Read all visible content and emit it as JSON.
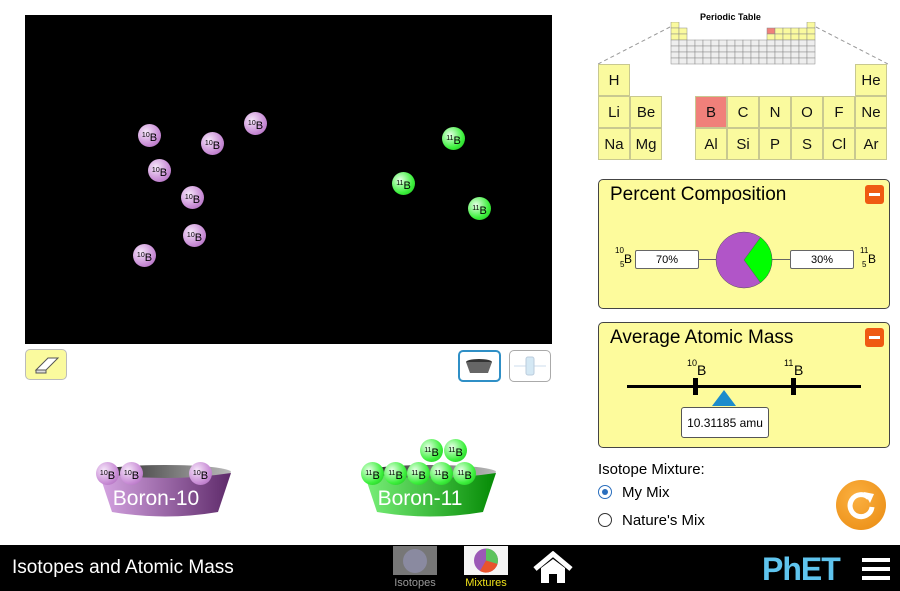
{
  "play_area": {
    "atoms_boron10": 7,
    "atoms_boron11": 3,
    "boron10_mass": "10",
    "boron11_mass": "11",
    "symbol": "B"
  },
  "buckets": [
    {
      "label": "Boron-10",
      "atoms_shown": 3
    },
    {
      "label": "Boron-11",
      "atoms_shown": 7
    }
  ],
  "periodic_table": {
    "title": "Periodic Table",
    "selected": "B",
    "elements": [
      "H",
      "He",
      "Li",
      "Be",
      "B",
      "C",
      "N",
      "O",
      "F",
      "Ne",
      "Na",
      "Mg",
      "Al",
      "Si",
      "P",
      "S",
      "Cl",
      "Ar"
    ]
  },
  "percent_composition": {
    "title": "Percent Composition",
    "left": {
      "mass": "10",
      "z": "5",
      "symbol": "B",
      "percent": "70%"
    },
    "right": {
      "mass": "11",
      "z": "5",
      "symbol": "B",
      "percent": "30%"
    },
    "chart_fraction_boron10": 0.7,
    "colors": {
      "boron10": "#b155c8",
      "boron11": "#00ff00"
    }
  },
  "average_atomic_mass": {
    "title": "Average Atomic Mass",
    "tick1": {
      "mass": "10",
      "symbol": "B"
    },
    "tick2": {
      "mass": "11",
      "symbol": "B"
    },
    "value": "10.31185 amu",
    "value_num": 10.31185
  },
  "isotope_mixture": {
    "label": "Isotope Mixture:",
    "options": [
      {
        "label": "My Mix",
        "selected": true
      },
      {
        "label": "Nature's Mix",
        "selected": false
      }
    ]
  },
  "navbar": {
    "title": "Isotopes and Atomic Mass",
    "screens": [
      {
        "label": "Isotopes",
        "active": false
      },
      {
        "label": "Mixtures",
        "active": true
      }
    ],
    "brand": "PhET"
  }
}
